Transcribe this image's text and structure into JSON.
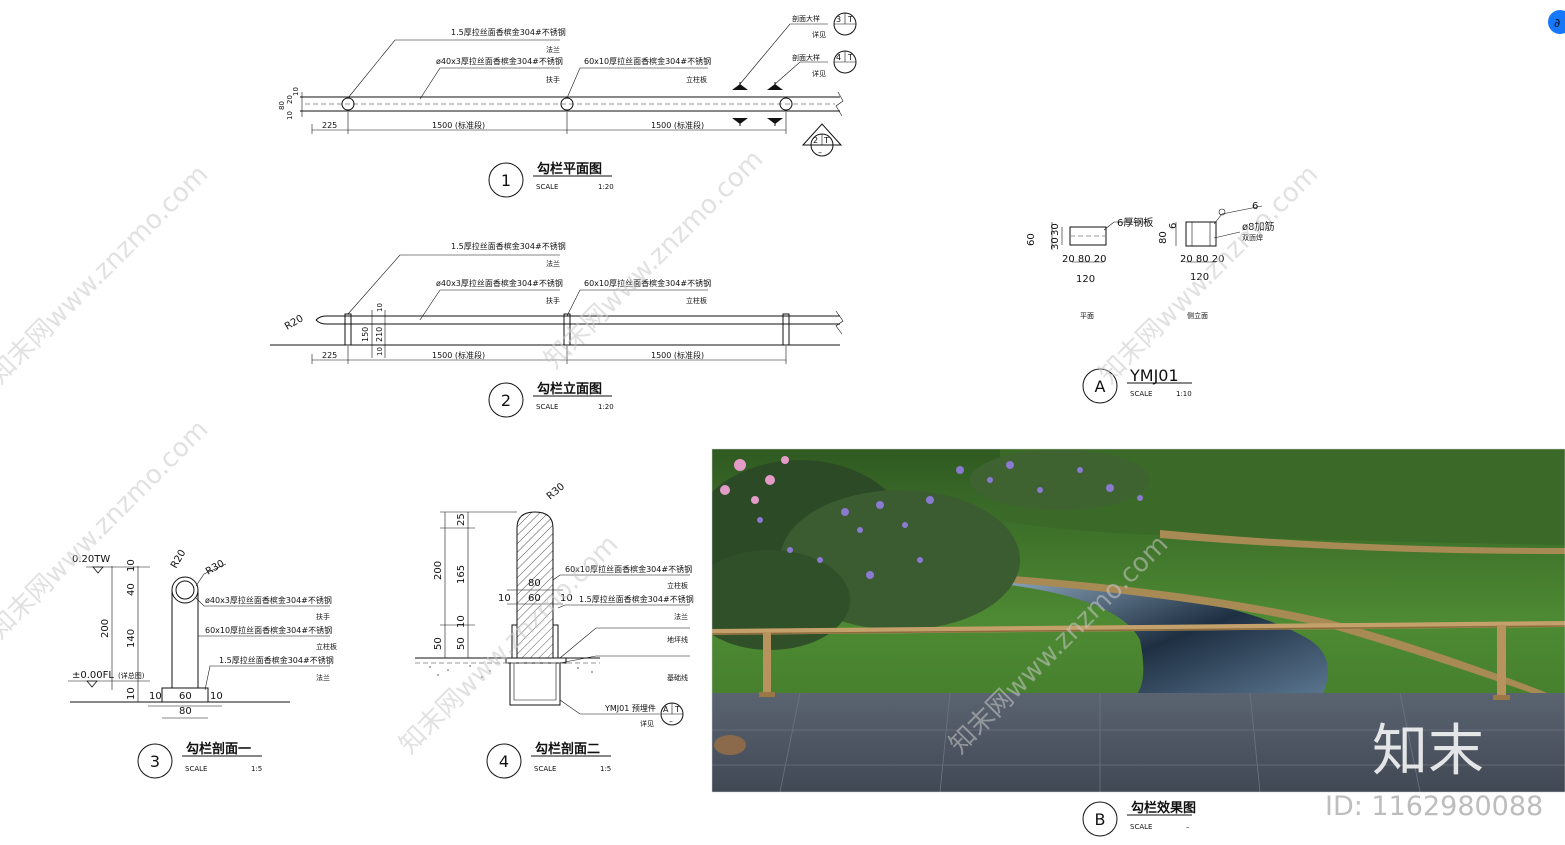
{
  "plan": {
    "callout_flange": "1.5厚拉丝面香槟金304#不锈钢",
    "callout_flange_sub": "法兰",
    "callout_handrail": "ø40x3厚拉丝面香槟金304#不锈钢",
    "callout_handrail_sub": "扶手",
    "callout_post": "60x10厚拉丝面香槟金304#不锈钢",
    "callout_post_sub": "立柱板",
    "dim_225": "225",
    "dim_span1": "1500 (标准段)",
    "dim_span2": "1500 (标准段)",
    "dim_v1": "80",
    "dim_v2": "10",
    "dim_v3": "20",
    "dim_v4": "10",
    "section_ref1_label": "剖面大样",
    "section_ref1_sub": "详见",
    "section_ref1_num": "3",
    "section_ref1_sheet": "T",
    "section_ref2_label": "剖面大样",
    "section_ref2_sub": "详见",
    "section_ref2_num": "4",
    "section_ref2_sheet": "T",
    "ref_num": "2",
    "ref_sheet": "T",
    "ref_dash": "–",
    "title_num": "1",
    "title": "勾栏平面图",
    "scale_label": "SCALE",
    "scale": "1:20"
  },
  "elevation": {
    "callout_flange": "1.5厚拉丝面香槟金304#不锈钢",
    "callout_flange_sub": "法兰",
    "callout_handrail": "ø40x3厚拉丝面香槟金304#不锈钢",
    "callout_handrail_sub": "扶手",
    "callout_post": "60x10厚拉丝面香槟金304#不锈钢",
    "callout_post_sub": "立柱板",
    "radius": "R20",
    "dim_150": "150",
    "dim_210": "210",
    "dim_10a": "10",
    "dim_10b": "10",
    "dim_225": "225",
    "dim_span1": "1500 (标准段)",
    "dim_span2": "1500 (标准段)",
    "title_num": "2",
    "title": "勾栏立面图",
    "scale_label": "SCALE",
    "scale": "1:20"
  },
  "embed": {
    "plan_plate": "6厚钢板",
    "plan_60": "60",
    "plan_30a": "30",
    "plan_30b": "30",
    "plan_dims": "20 80 20",
    "plan_120": "120",
    "side_80": "80",
    "side_6": "6",
    "side_rebar": "ø8加筋",
    "side_weld": "双面焊",
    "side_6top": "6",
    "side_dims": "20 80 20",
    "side_120": "120",
    "label_plan": "平面",
    "label_side": "侧立面",
    "title_letter": "A",
    "title": "YMJ01",
    "scale_label": "SCALE",
    "scale": "1:10"
  },
  "section1": {
    "level_top": "0.20TW",
    "level_base": "±0.00FL",
    "level_base_note": "(详总图)",
    "radius_a": "R20",
    "radius_b": "R30",
    "dim_10": "10",
    "dim_40": "40",
    "dim_140": "140",
    "dim_200": "200",
    "dim_10b": "10",
    "dim_bottom": "10",
    "dim_60": "60",
    "dim_10c": "10",
    "dim_80": "80",
    "callout_handrail": "ø40x3厚拉丝面香槟金304#不锈钢",
    "callout_handrail_sub": "扶手",
    "callout_post": "60x10厚拉丝面香槟金304#不锈钢",
    "callout_post_sub": "立柱板",
    "callout_flange": "1.5厚拉丝面香槟金304#不锈钢",
    "callout_flange_sub": "法兰",
    "title_num": "3",
    "title": "勾栏剖面一",
    "scale_label": "SCALE",
    "scale": "1:5"
  },
  "section2": {
    "radius": "R30",
    "dim_25": "25",
    "dim_165": "165",
    "dim_200": "200",
    "dim_10": "10",
    "dim_50a": "50",
    "dim_50b": "50",
    "dim_80": "80",
    "dim_60": "60",
    "dim_10a": "10",
    "dim_10b": "10",
    "callout_post": "60x10厚拉丝面香槟金304#不锈钢",
    "callout_post_sub": "立柱板",
    "callout_flange": "1.5厚拉丝面香槟金304#不锈钢",
    "callout_flange_sub": "法兰",
    "label_ground": "地坪线",
    "label_base": "基础线",
    "ref_label": "YMJ01 预埋件",
    "ref_sub": "详见",
    "ref_letter": "A",
    "ref_sheet": "T",
    "ref_dash": "–",
    "title_num": "4",
    "title": "勾栏剖面二",
    "scale_label": "SCALE",
    "scale": "1:5"
  },
  "render": {
    "title_letter": "B",
    "title": "勾栏效果图",
    "scale_label": "SCALE",
    "scale": "–"
  },
  "watermark": {
    "text": "知末网www.znzmo.com",
    "brand": "知末",
    "id": "ID: 1162980088"
  }
}
